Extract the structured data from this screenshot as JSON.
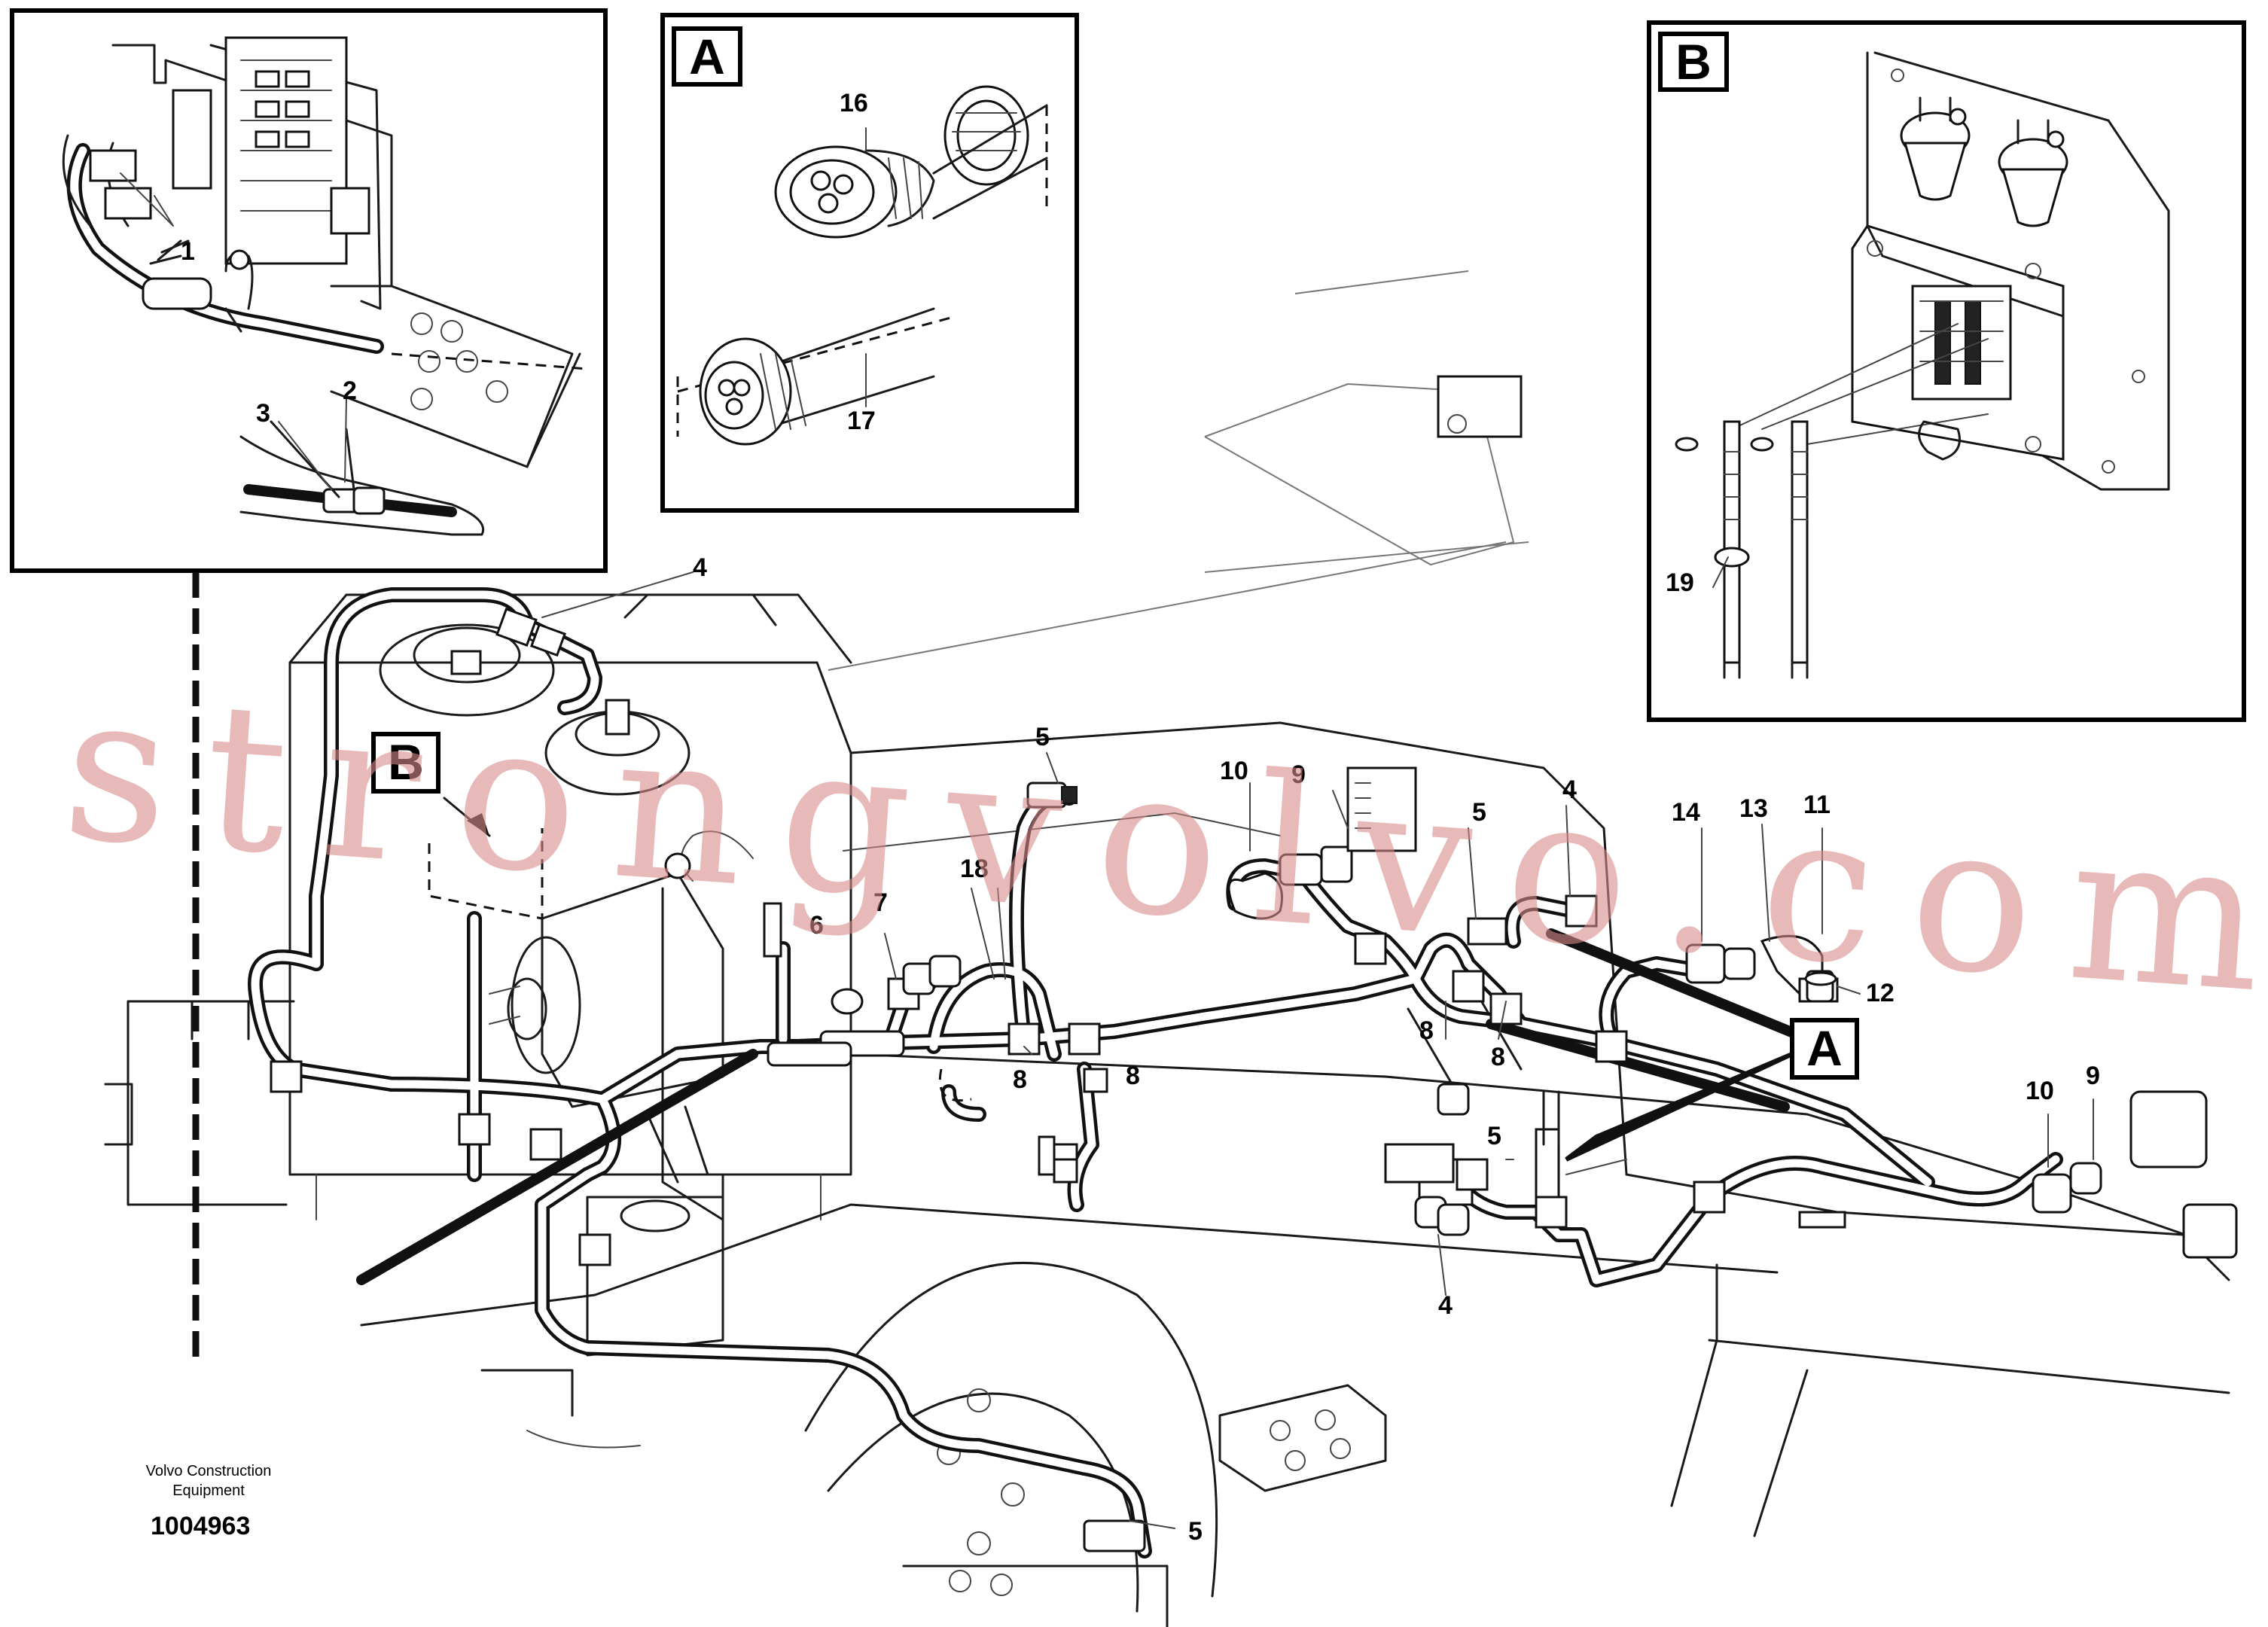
{
  "callouts": [
    {
      "id": "c1",
      "text": "1"
    },
    {
      "id": "c2",
      "text": "2"
    },
    {
      "id": "c3",
      "text": "3"
    },
    {
      "id": "c4a",
      "text": "4"
    },
    {
      "id": "c4b",
      "text": "4"
    },
    {
      "id": "c4c",
      "text": "4"
    },
    {
      "id": "c5a",
      "text": "5"
    },
    {
      "id": "c5b",
      "text": "5"
    },
    {
      "id": "c5c",
      "text": "5"
    },
    {
      "id": "c5d",
      "text": "5"
    },
    {
      "id": "c6",
      "text": "6"
    },
    {
      "id": "c7",
      "text": "7"
    },
    {
      "id": "c8a",
      "text": "8"
    },
    {
      "id": "c8b",
      "text": "8"
    },
    {
      "id": "c8c",
      "text": "8"
    },
    {
      "id": "c8d",
      "text": "8"
    },
    {
      "id": "c9a",
      "text": "9"
    },
    {
      "id": "c9b",
      "text": "9"
    },
    {
      "id": "c10a",
      "text": "10"
    },
    {
      "id": "c10b",
      "text": "10"
    },
    {
      "id": "c11",
      "text": "11"
    },
    {
      "id": "c12",
      "text": "12"
    },
    {
      "id": "c13",
      "text": "13"
    },
    {
      "id": "c14",
      "text": "14"
    },
    {
      "id": "c16",
      "text": "16"
    },
    {
      "id": "c17",
      "text": "17"
    },
    {
      "id": "c18",
      "text": "18"
    },
    {
      "id": "c19",
      "text": "19"
    }
  ],
  "detail_labels": {
    "a": "A",
    "b": "B"
  },
  "footer": {
    "company_line1": "Volvo Construction",
    "company_line2": "Equipment",
    "drawing_number": "1004963"
  },
  "watermark": "strongvolvo.com"
}
